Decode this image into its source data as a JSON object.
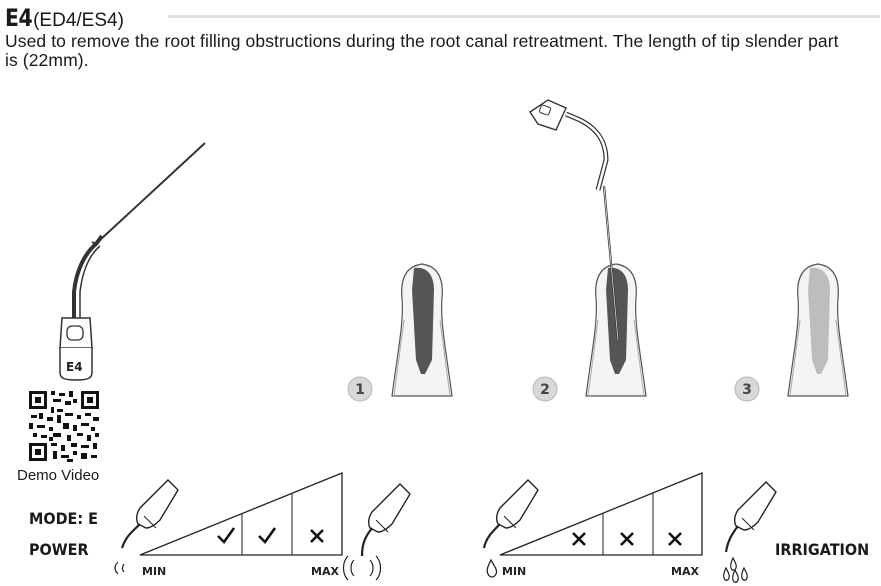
{
  "header": {
    "code": "E4",
    "variants": "(ED4/ES4)",
    "description": "Used to remove the root filling obstructions during the root canal retreatment. The length of tip slender part is (22mm)."
  },
  "tip": {
    "label": "E4"
  },
  "qr": {
    "label": "Demo Video"
  },
  "steps": [
    "1",
    "2",
    "3"
  ],
  "settings": {
    "mode_label": "MODE: E",
    "power_label": "POWER",
    "irrigation_label": "IRRIGATION",
    "power_scale": {
      "min_label": "MIN",
      "max_label": "MAX",
      "marks": [
        "check",
        "check",
        "cross"
      ]
    },
    "irrigation_scale": {
      "min_label": "MIN",
      "max_label": "MAX",
      "marks": [
        "cross",
        "cross",
        "cross"
      ]
    }
  },
  "colors": {
    "text": "#1a1a1a",
    "rule": "#e0e0e0",
    "filling": "#555555",
    "badge": "#d8d8d8"
  }
}
